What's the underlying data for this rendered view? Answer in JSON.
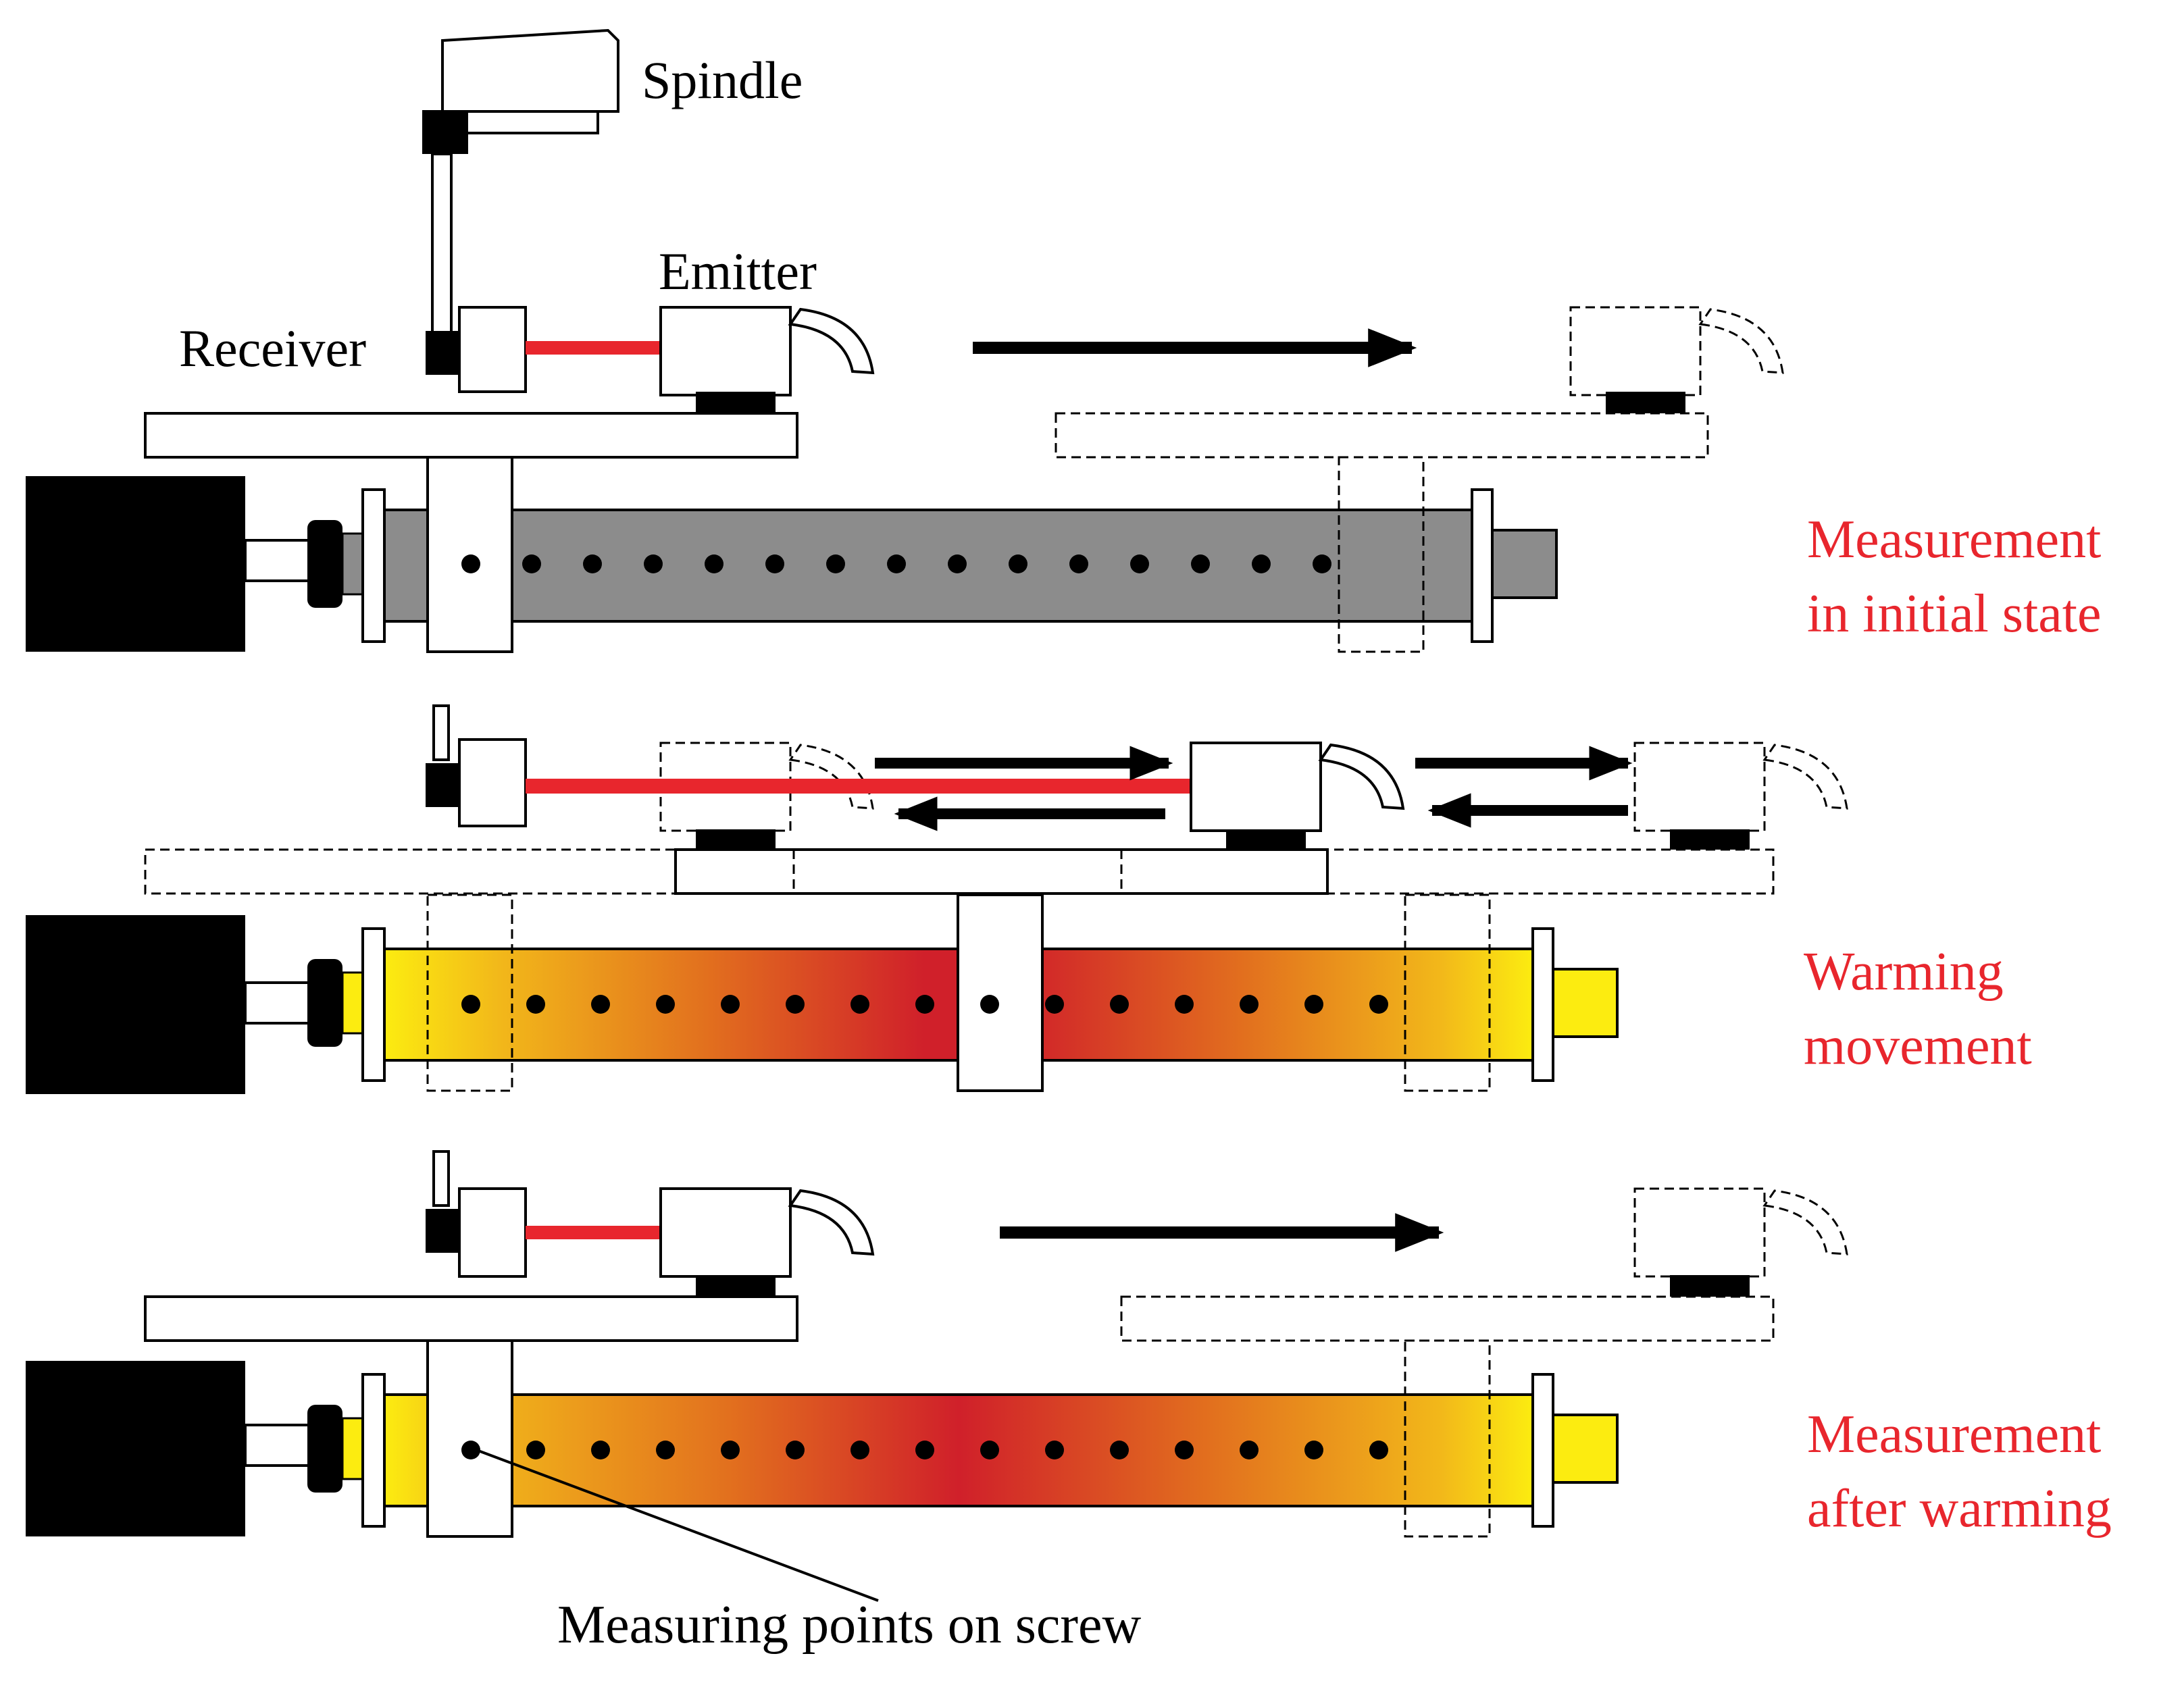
{
  "labels": {
    "spindle": "Spindle",
    "emitter": "Emitter",
    "receiver": "Receiver",
    "measuring_points": "Measuring points on screw"
  },
  "stages": [
    {
      "line1": "Measurement",
      "line2": "in initial state"
    },
    {
      "line1": "Warming",
      "line2": "movement"
    },
    {
      "line1": "Measurement",
      "line2": "after warming"
    }
  ],
  "colors": {
    "laser": "#e8262d",
    "stage_label": "#e8262d",
    "screw_cold": "#8c8c8c",
    "screw_hot": "#d0202a",
    "screw_warm": "#e6901c",
    "screw_edge": "#fcec10",
    "motor": "#000000"
  },
  "icons": {
    "motor": "motor-block",
    "measuring_point": "dot",
    "direction": "arrow"
  }
}
